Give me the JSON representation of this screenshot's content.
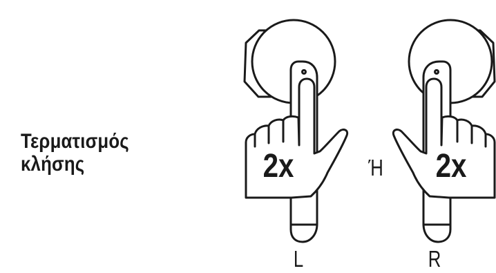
{
  "title_lines": [
    "Τερματισμός",
    "κλήσης"
  ],
  "tap_count_label": "2x",
  "separator": "Ή",
  "earbud_left_label": "L",
  "earbud_right_label": "R",
  "colors": {
    "ink": "#1a1a1a",
    "background": "#ffffff"
  },
  "icons": [
    "left-earbud-icon",
    "right-earbud-icon",
    "left-tapping-hand-icon",
    "right-tapping-hand-icon"
  ]
}
